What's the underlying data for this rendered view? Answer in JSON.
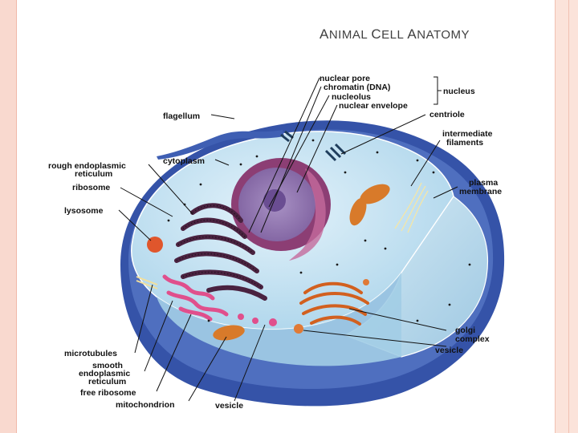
{
  "title": {
    "words": [
      {
        "cap": "A",
        "rest": "NIMAL"
      },
      {
        "cap": "C",
        "rest": "ELL"
      },
      {
        "cap": "A",
        "rest": "NATOMY"
      }
    ]
  },
  "labels": {
    "nuclear_pore": "nuclear pore",
    "chromatin": "chromatin (DNA)",
    "nucleolus": "nucleolus",
    "nuclear_envelope": "nuclear envelope",
    "nucleus": "nucleus",
    "centriole": "centriole",
    "flagellum": "flagellum",
    "intermediate_1": "intermediate",
    "intermediate_2": "filaments",
    "rough_er_1": "rough endoplasmic",
    "rough_er_2": "reticulum",
    "cytoplasm": "cytoplasm",
    "ribosome": "ribosome",
    "plasma_1": "plasma",
    "plasma_2": "membrane",
    "lysosome": "lysosome",
    "golgi_1": "golgi",
    "golgi_2": "complex",
    "vesicle_right": "vesicle",
    "microtubules": "microtubules",
    "smooth_er_1": "smooth",
    "smooth_er_2": "endoplasmic",
    "smooth_er_3": "reticulum",
    "free_ribosome": "free ribosome",
    "mitochondrion": "mitochondrion",
    "vesicle_bottom": "vesicle"
  },
  "colors": {
    "cell_dark": "#2f4fa6",
    "cell_light": "#b9dcef",
    "nucleus": "#9a4f86",
    "nucleus_inner": "#8f77ad",
    "rough_er": "#5a2a4a",
    "smooth_er": "#d94a86",
    "golgi": "#d8652b",
    "mitochondria": "#d87a2a",
    "border_pink": "#f9d9cf"
  }
}
